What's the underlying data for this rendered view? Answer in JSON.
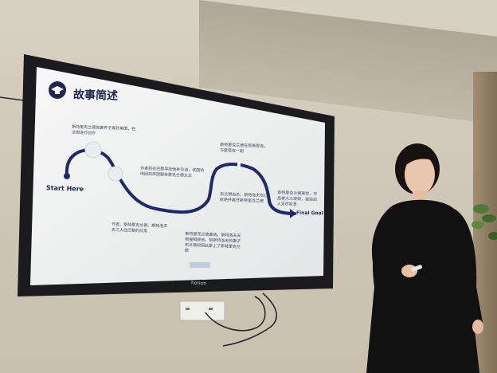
{
  "slide": {
    "title": "故事简述",
    "start_label": "Start Here",
    "goal_label": "Final Goal",
    "notes": [
      "斯特里克兰德抛妻弃子离开英国，在法国进行创作",
      "作者前往巴黎寻找他并交谈，试图劝他回到英国跟特里克兰德太太",
      "作者、斯特里克兰德、斯特洛夫夫三人在巴黎的日常",
      "斯特里克兰德重病，斯特洛夫夫救援照顾他，但斯特洛夫的妻子布兰琪却因此爱上了斯特里克兰德",
      "斯特里克兰德在塔希提岛，与爱塔在一起",
      "布兰琪自杀，斯特洛夫伤心欲绝并离开斯特里克兰德",
      "斯特里克兰德离世，作品被大火烧毁，留给后人无尽叹息"
    ]
  },
  "tv_brand": "horion",
  "colors": {
    "path": "#1f2a6b",
    "tv_frame": "#1b1b1d",
    "slide_bg": "#f3f4f2",
    "wall": "#d3ccbd",
    "dress": "#111111"
  }
}
